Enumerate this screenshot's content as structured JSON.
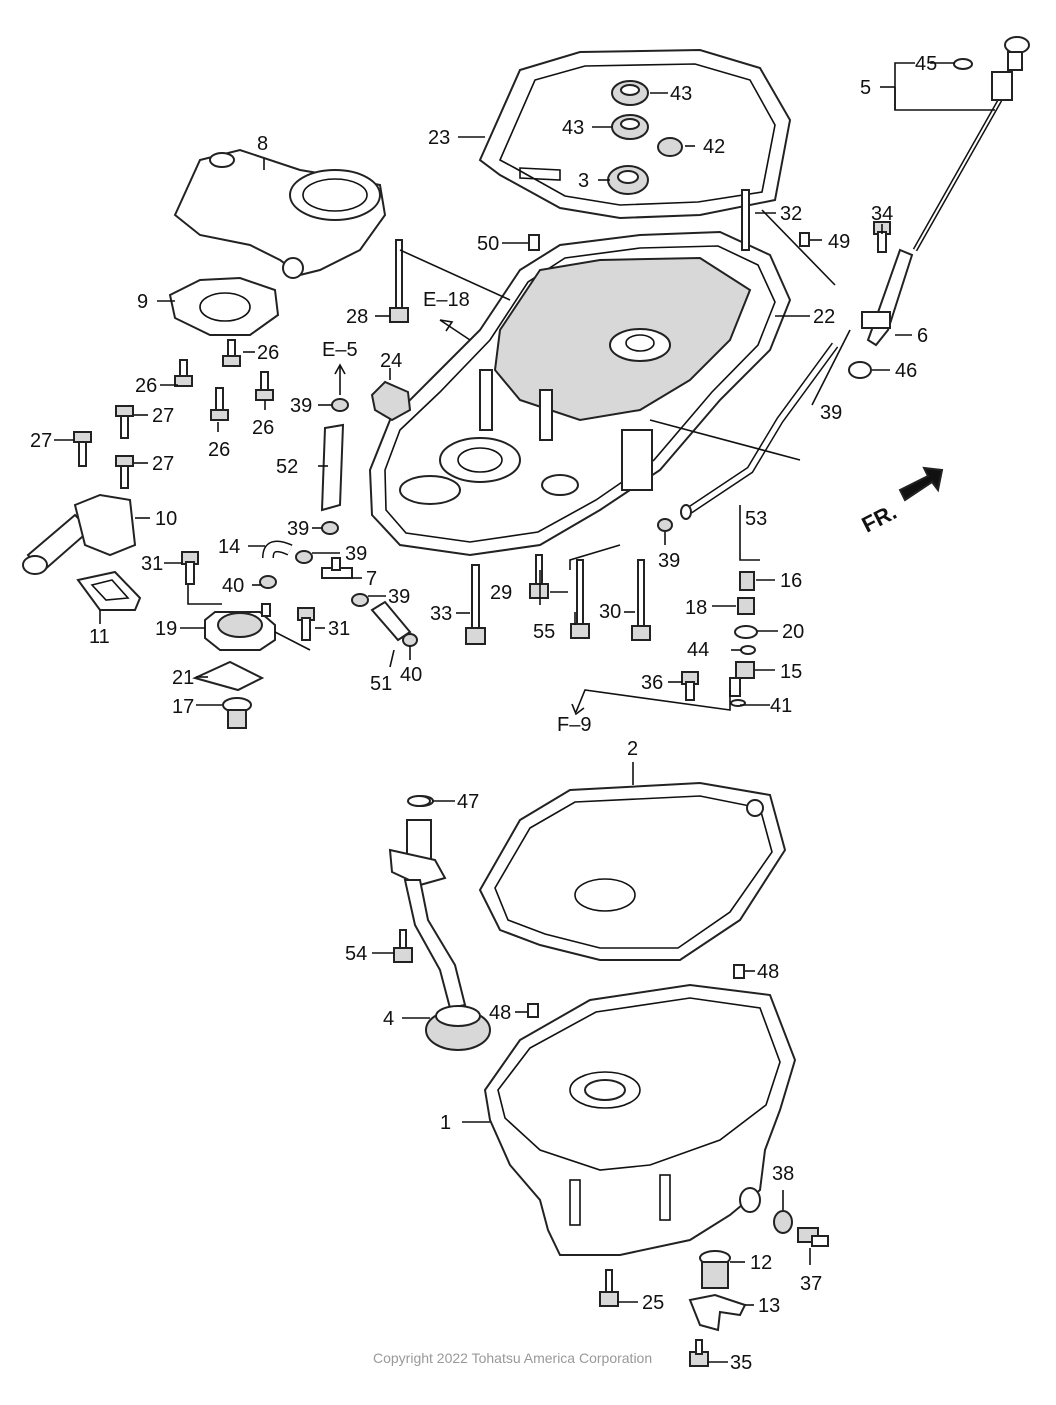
{
  "labels": {
    "l1": "1",
    "l2": "2",
    "l3": "3",
    "l4": "4",
    "l5": "5",
    "l6": "6",
    "l7": "7",
    "l8": "8",
    "l9": "9",
    "l10": "10",
    "l11": "11",
    "l12": "12",
    "l13": "13",
    "l14": "14",
    "l15": "15",
    "l16": "16",
    "l17": "17",
    "l18": "18",
    "l19": "19",
    "l20": "20",
    "l21": "21",
    "l22": "22",
    "l23": "23",
    "l24": "24",
    "l25": "25",
    "l26": "26",
    "l27": "27",
    "l28": "28",
    "l29": "29",
    "l30": "30",
    "l31": "31",
    "l32": "32",
    "l33": "33",
    "l34": "34",
    "l35": "35",
    "l36": "36",
    "l37": "37",
    "l38": "38",
    "l39": "39",
    "l40": "40",
    "l41": "41",
    "l42": "42",
    "l43": "43",
    "l44": "44",
    "l45": "45",
    "l46": "46",
    "l47": "47",
    "l48": "48",
    "l49": "49",
    "l50": "50",
    "l51": "51",
    "l52": "52",
    "l53": "53",
    "l54": "54",
    "l55": "55"
  },
  "refs": {
    "e18": "E–18",
    "e5": "E–5",
    "f9": "F–9"
  },
  "direction": {
    "fr": "FR."
  },
  "footer": {
    "copyright": "Copyright 2022 Tohatsu America Corporation"
  }
}
